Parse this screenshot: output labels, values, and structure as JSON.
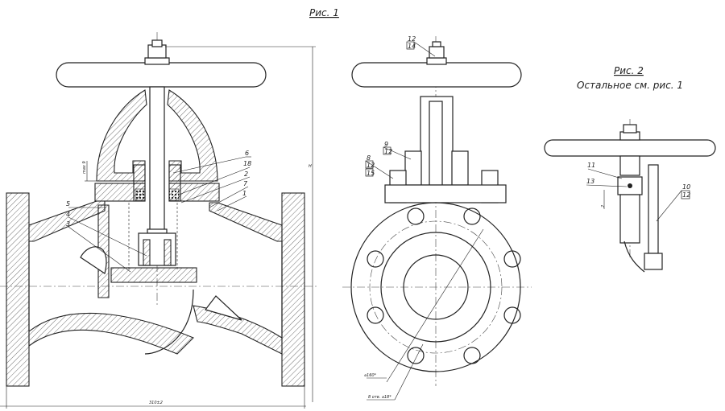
{
  "figure1": {
    "title": "Рис. 1",
    "callouts": [
      "1",
      "2",
      "3",
      "4",
      "5",
      "6",
      "7",
      "18"
    ],
    "dim_width": "310±2",
    "dim_height": "H",
    "dim_stroke": "max 9"
  },
  "figure_side": {
    "callout_top": {
      "num": "12",
      "ref": "14"
    },
    "callout_9": {
      "num": "9",
      "ref": "12"
    },
    "callout_8": {
      "num": "8",
      "ref1": "12",
      "ref2": "15"
    },
    "dim_bolt_circle": "⌀160*",
    "dim_holes": "8 отв. ⌀18*"
  },
  "figure2": {
    "title": "Рис. 2",
    "subtitle": "Остальное см. рис. 1",
    "callouts": [
      "11",
      "13",
      "2"
    ],
    "callout_10": {
      "num": "10",
      "ref": "12"
    }
  }
}
